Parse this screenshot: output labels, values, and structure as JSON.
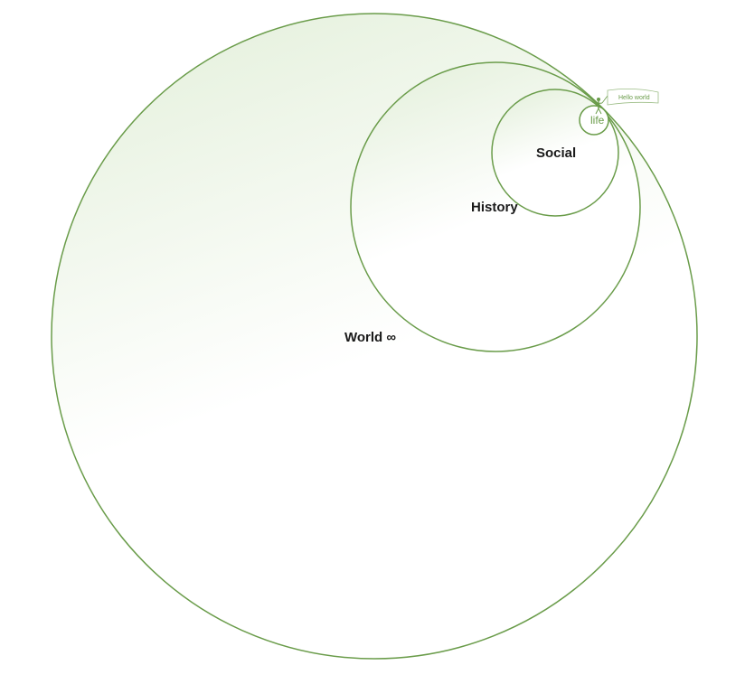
{
  "colors": {
    "stroke": "#6a9c4a",
    "fill_tint": "#e8f2e2",
    "text": "#1a1a1a",
    "life_text": "#6a9c4a"
  },
  "circles": {
    "world": {
      "label": "World ∞"
    },
    "history": {
      "label": "History"
    },
    "social": {
      "label": "Social"
    },
    "life": {
      "label": "life"
    }
  },
  "person": {
    "icon": "person-icon",
    "flag_text": "Hello world"
  }
}
